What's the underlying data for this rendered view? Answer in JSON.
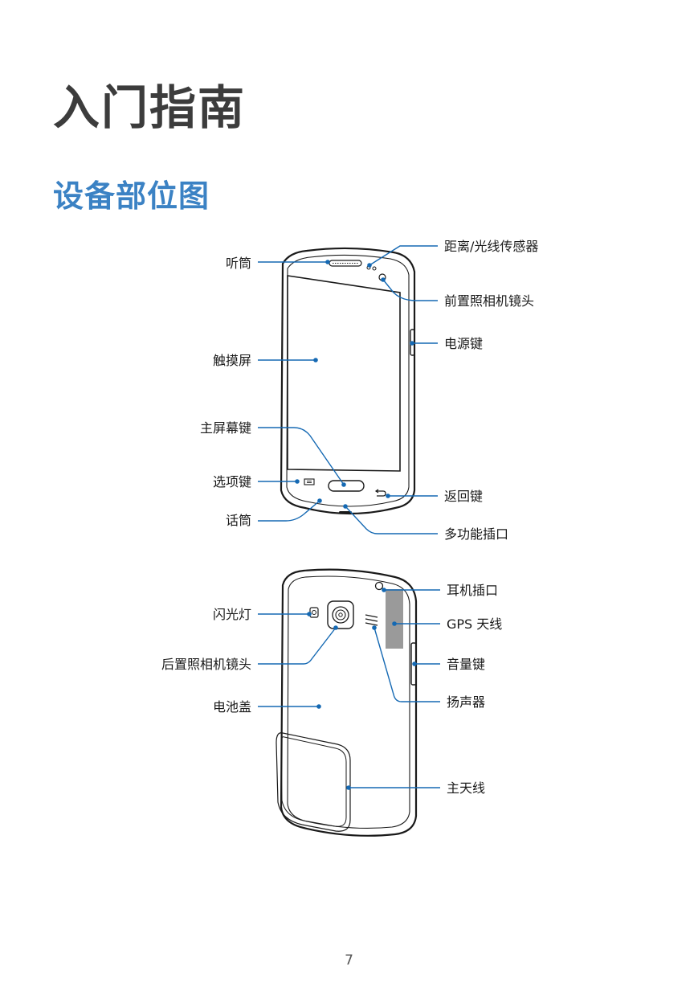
{
  "chapter": {
    "title": "入门指南"
  },
  "section": {
    "title": "设备部位图"
  },
  "front_labels": {
    "earpiece": "听筒",
    "proximity_sensor": "距离/光线传感器",
    "front_camera": "前置照相机镜头",
    "power_key": "电源键",
    "touchscreen": "触摸屏",
    "home_key": "主屏幕键",
    "menu_key": "选项键",
    "back_key": "返回键",
    "microphone": "话筒",
    "multipurpose_jack": "多功能插口"
  },
  "back_labels": {
    "headset_jack": "耳机插口",
    "flash": "闪光灯",
    "gps_antenna": "GPS 天线",
    "rear_camera": "后置照相机镜头",
    "volume_key": "音量键",
    "speaker": "扬声器",
    "battery_cover": "电池盖",
    "main_antenna": "主天线"
  },
  "footer": {
    "page_number": "7"
  },
  "colors": {
    "accent": "#3b82c4",
    "leader": "#1569b3",
    "text": "#1a1a1a",
    "gps_antenna_fill": "#9a9a9a"
  }
}
